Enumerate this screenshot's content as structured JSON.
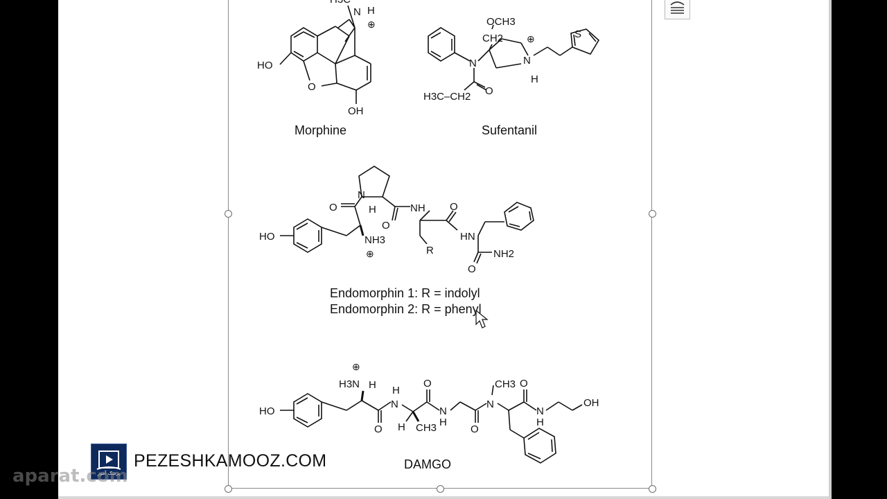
{
  "figure": {
    "morphine_label": "Morphine",
    "sufentanil_label": "Sufentanil",
    "endomorphin_line1": "Endomorphin 1: R = indolyl",
    "endomorphin_line2": "Endomorphin 2: R = phenyl",
    "damgo_label": "DAMGO",
    "atoms": {
      "ho": "HO",
      "oh": "OH",
      "o": "O",
      "n": "N",
      "h": "H",
      "nh": "NH",
      "hn": "HN",
      "nh2": "NH2",
      "nh3": "NH3",
      "h3n": "H3N",
      "och3": "OCH3",
      "ch2": "CH2",
      "ch3": "CH3",
      "h3c": "H3C",
      "h3c_ch2": "H3C–CH2",
      "s": "S",
      "r": "R",
      "plus": "⊕"
    }
  },
  "brand": {
    "site": "PEZESHKAMOOZ.COM",
    "logo_caption": "پزشک آموز"
  },
  "watermark": "aparat.com"
}
